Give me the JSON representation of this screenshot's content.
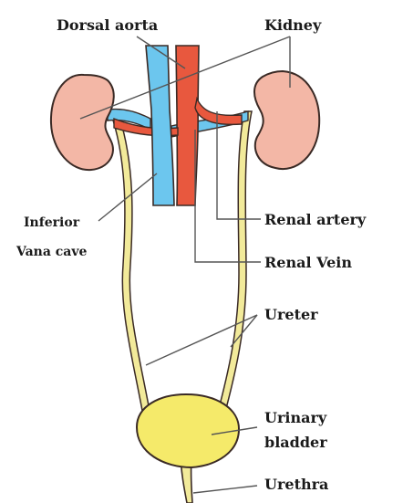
{
  "labels": {
    "dorsal_aorta": "Dorsal aorta",
    "kidney": "Kidney",
    "inferior": "Inferior",
    "vana_cave": "Vana cave",
    "renal_artery": "Renal artery",
    "renal_vein": "Renal Vein",
    "ureter": "Ureter",
    "urinary": "Urinary",
    "bladder": "bladder",
    "urethra": "Urethra"
  },
  "colors": {
    "kidney_fill": "#f3b7a6",
    "kidney_stroke": "#3a2a25",
    "aorta_fill": "#e8583e",
    "vena_cava_fill": "#6cc6ee",
    "ureter_fill": "#f2ea9a",
    "bladder_fill": "#f5ea6a",
    "leader_line": "#555555"
  }
}
